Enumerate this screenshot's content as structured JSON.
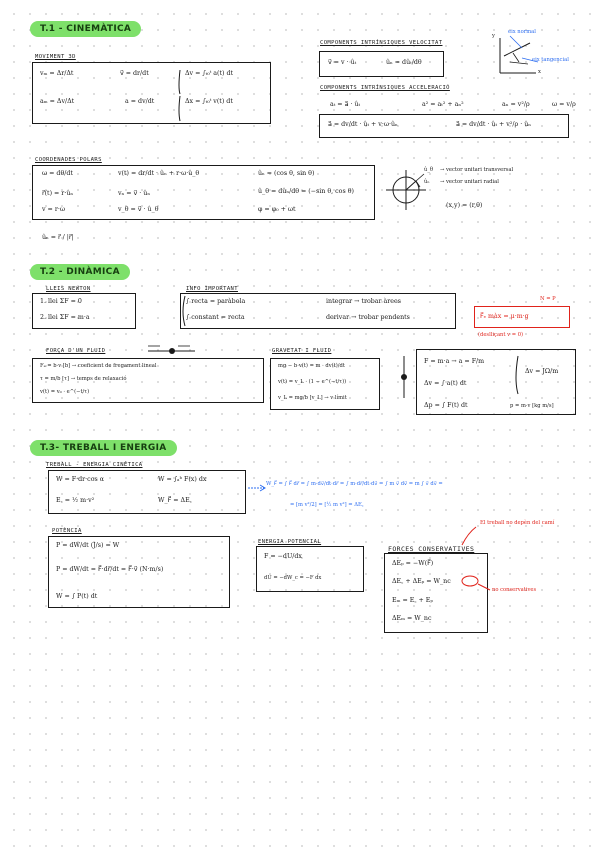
{
  "sections": {
    "s1_title": "T.1 - CINEMÀTICA",
    "s2_title": "T.2 - DINÀMICA",
    "s3_title": "T.3- TREBALL I ENERGIA"
  },
  "t1": {
    "mov_label": "Moviment 3D",
    "mov_vm": "vₘ = Δr/Δt",
    "mov_v": "v⃗ = dr/dt",
    "mov_dv": "Δv = ∫ₜ₀ᵗ a(t) dt",
    "mov_am": "aₘ = Δv/Δt",
    "mov_a": "a = dv/dt",
    "mov_dx": "Δx = ∫ₜ₀ᵗ v(t) dt",
    "vel_label": "Components intrínsiques velocitat",
    "vel_f1": "v⃗ = v · ûₜ",
    "vel_f2": "ûₙ = dûₜ/dθ",
    "acc_label": "Components intrínsiques acceleració",
    "acc_f1": "aₜ = a⃗ · ûₜ",
    "acc_f2": "a² = aₜ² + aₙ²",
    "acc_f3": "aₙ = v²/ρ",
    "acc_f4": "ω = v/ρ",
    "acc_f5": "a⃗ = dv/dt · ûₜ + v·ω·ûₙ",
    "acc_f6": "a⃗ = dv/dt · ûₜ + v²/ρ · ûₙ",
    "axes_label_normal": "eix normal",
    "axes_label_tangent": "eix tangencial",
    "axis_y": "y",
    "axis_x": "x",
    "polar_label": "Coordenades polars",
    "pol_w": "ω = dθ/dt",
    "pol_vt": "v(t) = dr/dt · ûₙ + r·ω·û_θ",
    "pol_ur": "ûₙ = (cos θ, sin θ)",
    "pol_r": "r⃗(t) = r·ûₙ",
    "pol_vn": "vₙ = v⃗ · ûₙ",
    "pol_utheta": "û_θ = dûₙ/dθ = (−sin θ, cos θ)",
    "pol_v": "v = r·ω",
    "pol_vtheta": "v_θ = v⃗ · û_θ",
    "pol_phi": "φ = φ₀ + ωt",
    "pol_unit": "ûₙ = r⃗ / |r⃗|",
    "circle_note1": "→ vector unitari transversal",
    "circle_note2": "→ vector unitari radial",
    "circle_coords": "(x,y) = (r,θ)",
    "circle_ut": "û_θ",
    "circle_ur": "ûₙ"
  },
  "t2": {
    "newton_label": "Lleis Newton",
    "newton_1": "1. llei  ΣF = 0",
    "newton_2": "2. llei  ΣF = m·a",
    "info_label": "Info important",
    "info_r1a": "∫ recta = paràbola",
    "info_r1b": "integrar → trobar àrees",
    "info_r2a": "∫ constant = recta",
    "info_r2b": "derivar → trobar pendents",
    "red_box": "F⃗ₑ màx = μ·m·g",
    "red_top": "N = P",
    "red_note": "(deslliçant v = 0)",
    "fluid_label": "Força d'un fluid",
    "fluid_1": "Fₐ = b·v   [b] → coeficient de fregament lineal",
    "fluid_2": "τ = m/b   [τ] → temps de relaxació",
    "fluid_3": "v(t) = v₀ · e^(−t/τ)",
    "grav_label": "Gravetat i fluid",
    "grav_1": "mg − b·v(t) = m · dv(t)/dt",
    "grav_2": "v(t) = v_L · (1 − e^(−t/τ))",
    "grav_3": "v_L = mg/b   [v_L] → v límit",
    "dyn_1": "F = m·a  →  a = F/m",
    "dyn_2": "Δv = ∫ a(t) dt",
    "dyn_3": "Δv = JΩ/m",
    "dyn_4": "Δp = ∫ F(t) dt",
    "dyn_5": "p = m·v  [kg m/s]"
  },
  "t3": {
    "treball_label": "Treball - energia cinètica",
    "tr_1": "W = F·dr·cos α",
    "tr_2": "W = ∫ₐᵇ F(x) dx",
    "tr_3": "E꜀ = ½ m·v²",
    "tr_4": "W_F⃗ = ΔE꜀",
    "blue_1": "W_F⃗ = ∫ F⃗ dr⃗ = ∫ m·dv⃗/dt·dr⃗ = ∫ m·dr⃗/dt·dv⃗ = ∫ m v⃗ dv⃗ = m ∫ v⃗ dv⃗ =",
    "blue_2": "= [m v²/2] = [½ m v²] = ΔE꜀",
    "red_note": "El treball no depèn del camí",
    "red_noncons": "no conservatives",
    "potencia_label": "Potència",
    "po_1": "P = dW/dt   (J/s) = W",
    "po_2": "P = dW/dt = F⃗·dr⃗/dt = F⃗·v⃗   (N·m/s)",
    "po_3": "W = ∫ P(t) dt",
    "epot_label": "Energia potencial",
    "ep_1": "F = −dU/dx",
    "ep_2": "dU = −dW_c = −F dx",
    "forces_label": "Forces conservatives",
    "fc_1": "ΔEₚ = −W(F⃗)",
    "fc_2": "ΔE꜀ + ΔEₚ = W_nc",
    "fc_3": "Eₘ = E꜀ + Eₚ",
    "fc_4": "ΔEₘ = W_nc"
  },
  "colors": {
    "highlight": "#7ee06a",
    "ink": "#1a1a1a",
    "blue": "#2b6cf0",
    "red": "#e0231b",
    "dots": "#d6d6d6"
  }
}
